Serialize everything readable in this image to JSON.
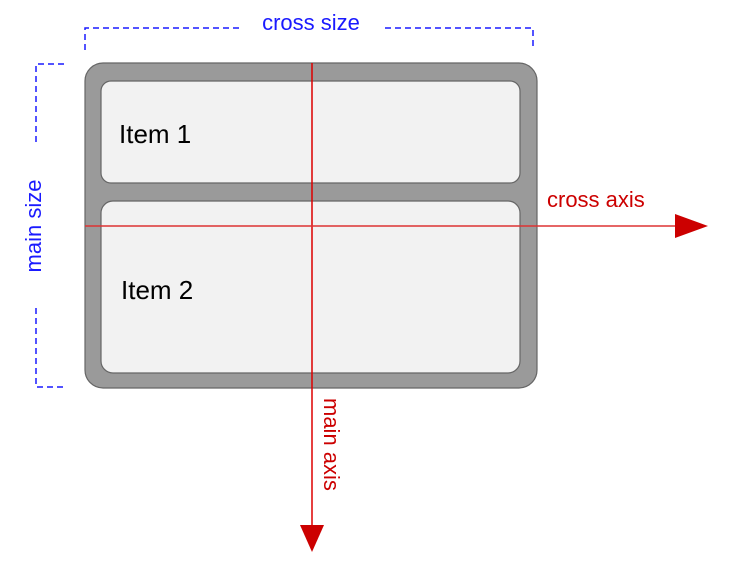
{
  "labels": {
    "cross_size": "cross size",
    "main_size": "main size",
    "cross_axis": "cross axis",
    "main_axis": "main axis"
  },
  "items": [
    {
      "label": "Item 1"
    },
    {
      "label": "Item 2"
    }
  ],
  "colors": {
    "size_annotation": "#1a1aff",
    "axis": "#cc0000",
    "container": "#9a9a9a",
    "item": "#f2f2f2"
  }
}
